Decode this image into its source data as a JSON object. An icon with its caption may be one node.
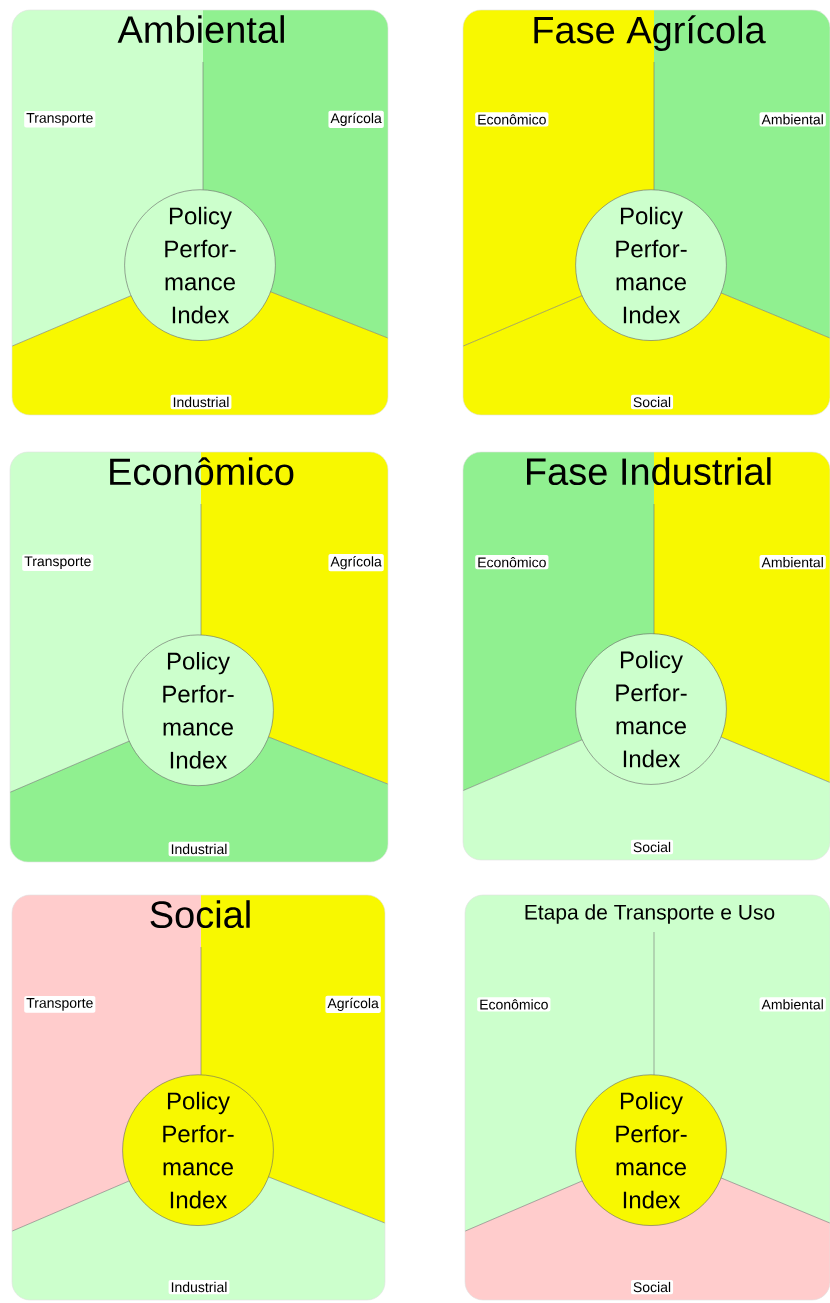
{
  "diagram": {
    "nodes": [
      {
        "text": [
          "Ambiental"
        ]
      },
      {
        "text": [
          "Transporte"
        ],
        "in": 0
      },
      {
        "text": [
          "Agrícola"
        ],
        "in": 0
      },
      {
        "text": [
          "Policy Perfor- mance Index"
        ],
        "in": 0
      },
      {
        "text": [
          "Industrial"
        ],
        "in": 0
      },
      {
        "text": [
          "Fase Agrícola"
        ]
      },
      {
        "text": [
          "Econômico"
        ],
        "in": 5
      },
      {
        "text": [
          "Ambiental"
        ],
        "in": 5
      },
      {
        "text": [
          "Policy Perfor- mance Index"
        ],
        "in": 5
      },
      {
        "text": [
          "Social"
        ],
        "in": 5
      },
      {
        "text": [
          "Econômico"
        ]
      },
      {
        "text": [
          "Transporte"
        ],
        "in": 10
      },
      {
        "text": [
          "Agrícola"
        ],
        "in": 10
      },
      {
        "text": [
          "Policy Perfor- mance Index"
        ],
        "in": 10
      },
      {
        "text": [
          "Industrial"
        ],
        "in": 10
      },
      {
        "text": [
          "Fase Industrial"
        ]
      },
      {
        "text": [
          "Econômico"
        ],
        "in": 15
      },
      {
        "text": [
          "Ambiental"
        ],
        "in": 15
      },
      {
        "text": [
          "Policy Perfor- mance Index"
        ],
        "in": 15
      },
      {
        "text": [
          "Social"
        ],
        "in": 15
      },
      {
        "text": [
          "Social"
        ]
      },
      {
        "text": [
          "Transporte"
        ],
        "in": 20
      },
      {
        "text": [
          "Agrícola"
        ],
        "in": 20
      },
      {
        "text": [
          "Policy Perfor- mance Index"
        ],
        "in": 20
      },
      {
        "text": [
          "Industrial"
        ],
        "in": 20
      },
      {
        "text": [
          "Etapa de Transporte e Uso"
        ]
      },
      {
        "text": [
          "Econômico"
        ],
        "in": 25
      },
      {
        "text": [
          "Ambiental"
        ],
        "in": 25
      },
      {
        "text": [
          "Policy Perfor- mance Index"
        ],
        "in": 25
      },
      {
        "text": [
          "Social"
        ],
        "in": 25
      }
    ]
  }
}
